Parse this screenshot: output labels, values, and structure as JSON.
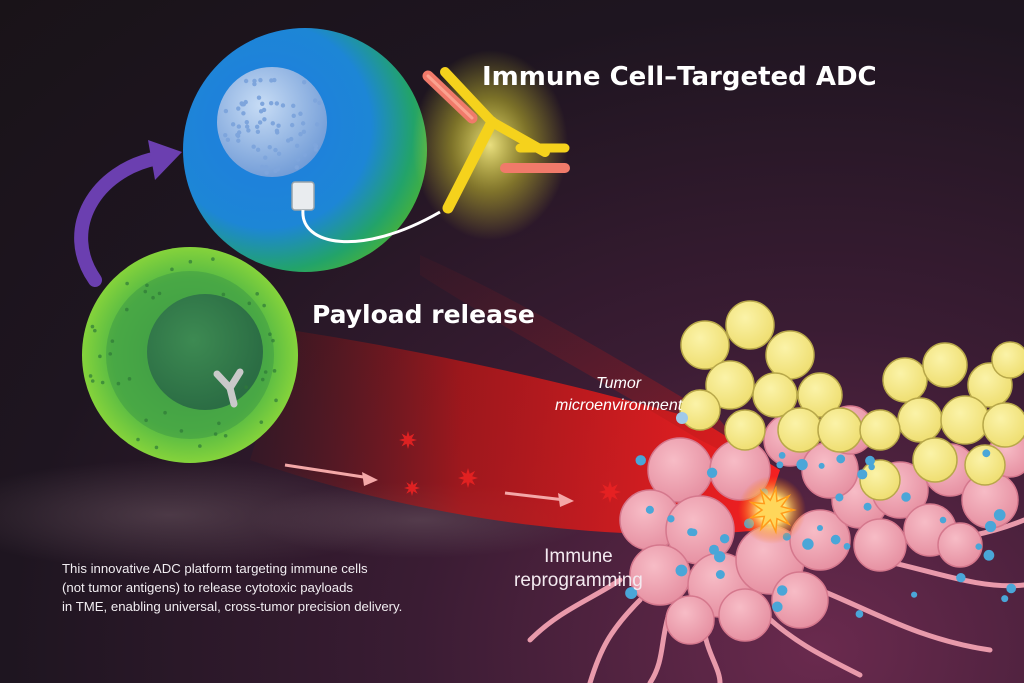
{
  "title": "Immune Cell–Targeted ADC",
  "labels": {
    "payload_release": "Payload release",
    "tumor_microenvironment_line1": "Tumor",
    "tumor_microenvironment_line2": "microenvironment",
    "immune_reprogramming_line1": "Immune",
    "immune_reprogramming_line2": "reprogramming"
  },
  "description": {
    "line1": "This innovative ADC platform targeting immune cells",
    "line2": "(not tumor antigens) to release cytotoxic payloads",
    "line3": "in TME, enabling universal, cross-tumor precision delivery."
  },
  "colors": {
    "background": "#1e1520",
    "target_cell": "#2a86d8",
    "immune_cell": "#5cc23e",
    "antibody": "#f5d21c",
    "antibody_light_chain": "#f07a6a",
    "payload_beam": "#e81515",
    "tumor_cells": "#f0a0ae",
    "fat_cells": "#f6ea8a",
    "cycle_arrow": "#6b3fb0"
  },
  "icons": [
    "antibody-icon",
    "linker-icon",
    "payload-star-icon",
    "curved-arrow-icon"
  ]
}
